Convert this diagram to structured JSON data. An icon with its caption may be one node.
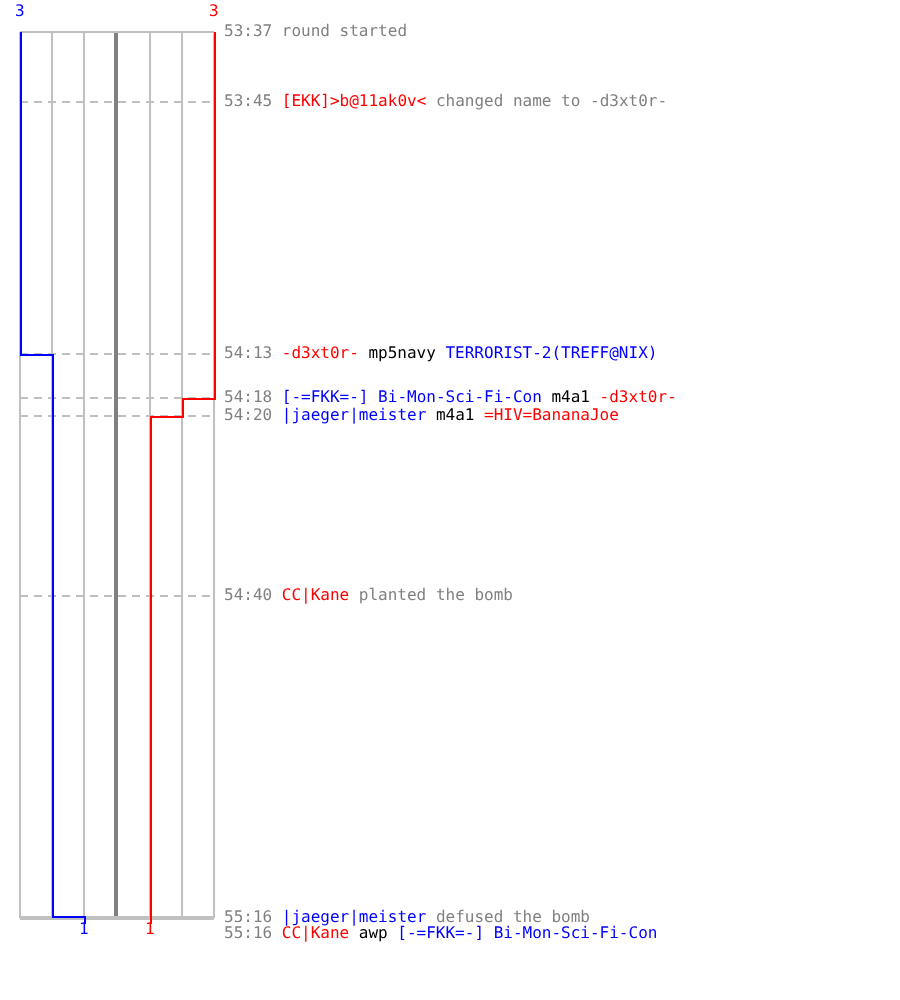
{
  "diagram": {
    "labels": [
      "3",
      "3",
      "53:37",
      "round started",
      "53:45",
      "[EKK]>b@11ak0v<",
      "changed name to -d3xt0r-",
      "54:13",
      "-d3xt0r-",
      "mp5navy",
      "TERRORIST-2(TREFF@NIX)",
      "54:18",
      "[-=FKK=-] Bi-Mon-Sci-Fi-Con",
      "m4a1",
      "-d3xt0r-",
      "54:20",
      "|jaeger|meister",
      "m4a1",
      "=HIV=BananaJoe",
      "54:40",
      "CC|Kane",
      "planted the bomb",
      "55:16",
      "|jaeger|meister",
      "defused the bomb",
      "1",
      "1",
      "55:16",
      "CC|Kane",
      "awp",
      "[-=FKK=-] Bi-Mon-Sci-Fi-Con"
    ]
  }
}
